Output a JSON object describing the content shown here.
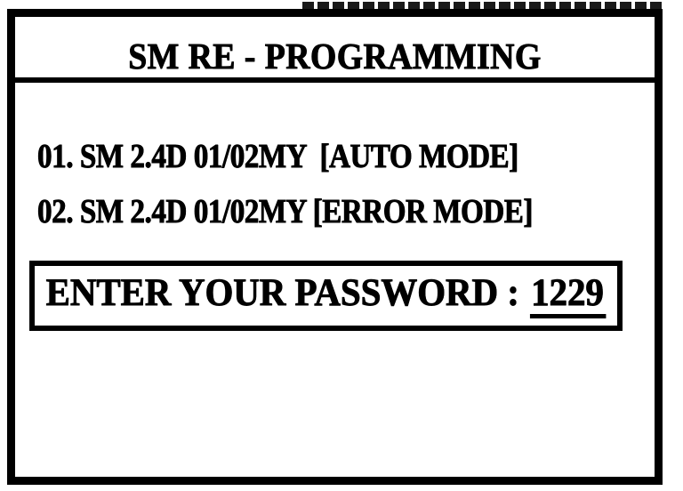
{
  "colors": {
    "ink": "#000000",
    "paper": "#ffffff"
  },
  "screen": {
    "title": "SM RE - PROGRAMMING",
    "menu_items": [
      {
        "label": "01. SM 2.4D 01/02MY  [AUTO MODE]"
      },
      {
        "label": "02. SM 2.4D 01/02MY [ERROR MODE]"
      }
    ],
    "password": {
      "prompt": "ENTER YOUR PASSWORD :",
      "value": "1229"
    }
  }
}
